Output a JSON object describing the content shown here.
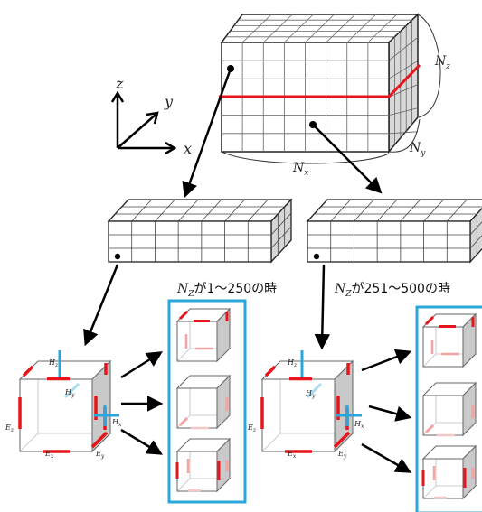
{
  "labels": {
    "nz": "N",
    "nz_sub": "z",
    "nx": "N",
    "nx_sub": "x",
    "ny": "N",
    "ny_sub": "y",
    "axis_z": "z",
    "axis_y": "y",
    "axis_x": "x",
    "caption_left_sym": "N",
    "caption_left_sub": "Z",
    "caption_left_text": "が1～250の時",
    "caption_right_sym": "N",
    "caption_right_sub": "Z",
    "caption_right_text": "が251～500の時",
    "hz": "H",
    "hz_sub": "z",
    "hy": "H",
    "hy_sub": "y",
    "hx": "H",
    "hx_sub": "x",
    "ez": "E",
    "ez_sub": "z",
    "ex": "E",
    "ex_sub": "x",
    "ey": "E",
    "ey_sub": "y"
  },
  "colors": {
    "red": "#e8141c",
    "blue": "#2aa7d8",
    "light_blue": "#a9dcef",
    "pink": "#f4a3a3",
    "grid": "#555555"
  }
}
